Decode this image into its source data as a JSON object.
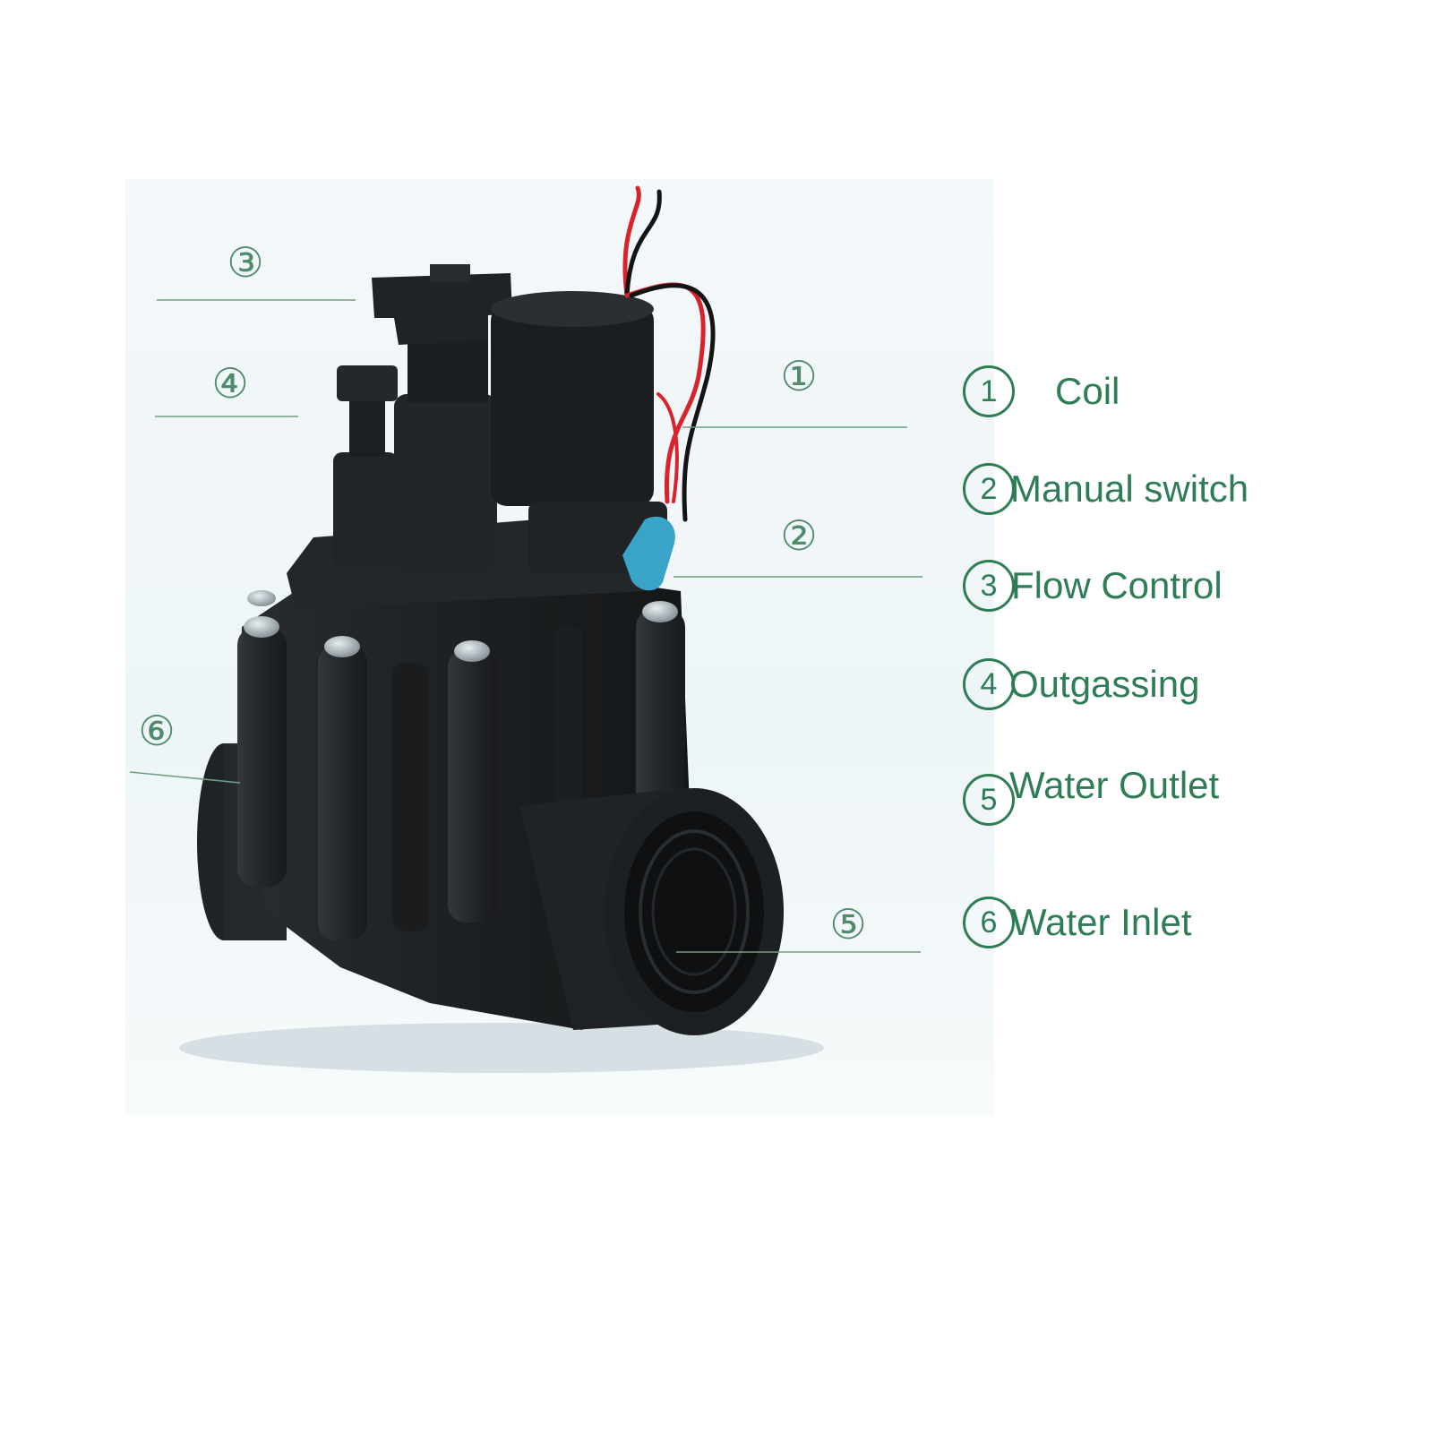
{
  "callouts": [
    {
      "num": "③"
    },
    {
      "num": "④"
    },
    {
      "num": "①"
    },
    {
      "num": "②"
    },
    {
      "num": "⑥"
    },
    {
      "num": "⑤"
    }
  ],
  "legend": [
    {
      "num": "1",
      "label": "Coil"
    },
    {
      "num": "2",
      "label": "Manual switch"
    },
    {
      "num": "3",
      "label": "Flow Control"
    },
    {
      "num": "4",
      "label": "Outgassing"
    },
    {
      "num": "5",
      "label": "Water Outlet"
    },
    {
      "num": "6",
      "label": "Water Inlet"
    }
  ],
  "colors": {
    "legend_green": "#2e7d55",
    "callout_green": "#4f8a6a",
    "valve_body": "#1f2224",
    "wire_red": "#d9232a",
    "manual_switch_blue": "#3aa3c8"
  }
}
